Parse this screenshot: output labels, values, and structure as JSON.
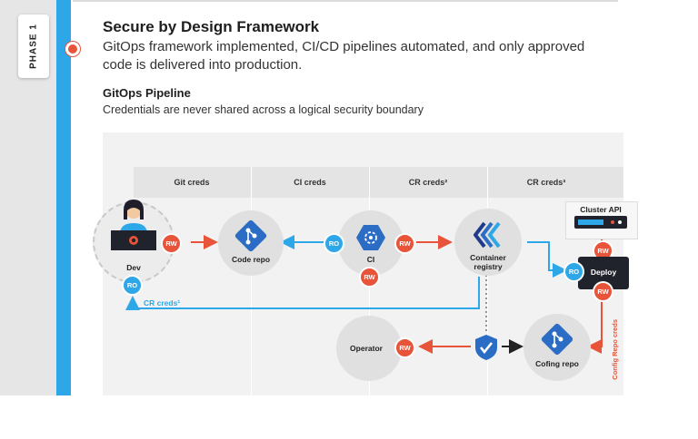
{
  "phase": {
    "label": "PHASE 1"
  },
  "header": {
    "title": "Secure by Design Framework",
    "subtitle": "GitOps framework implemented, CI/CD pipelines automated, and only approved code is delivered into production."
  },
  "section": {
    "title": "GitOps Pipeline",
    "subtitle": "Credentials are never shared across a logical security boundary"
  },
  "creds": {
    "git": "Git creds",
    "ci": "CI creds",
    "cr2": "CR creds²",
    "cr3": "CR creds³",
    "cr1": "CR creds¹",
    "config_repo": "Config Repo creds"
  },
  "nodes": {
    "dev": "Dev",
    "code_repo": "Code repo",
    "ci": "CI",
    "container_registry": "Container registry",
    "cluster_api": "Cluster API",
    "deploy": "Deploy",
    "operator": "Operator",
    "config_repo": "Cofing repo"
  },
  "badges": {
    "rw": "RW",
    "ro": "RO"
  },
  "colors": {
    "accent_blue": "#2ea7e8",
    "accent_red": "#e8543a",
    "dark": "#20232c"
  }
}
